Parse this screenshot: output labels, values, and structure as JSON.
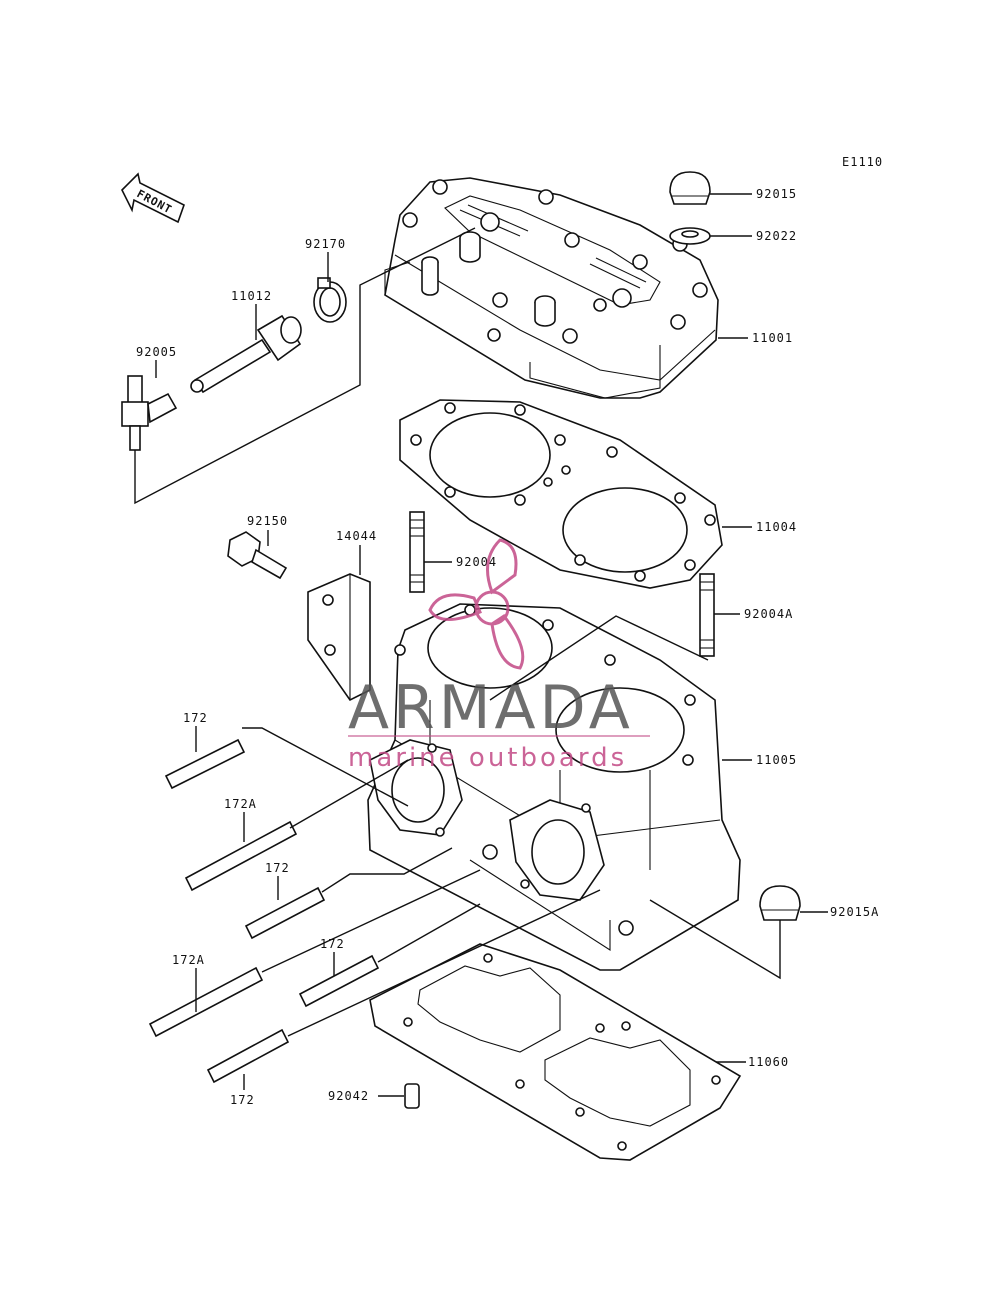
{
  "diagram_code": "E1110",
  "front_label": "FRONT",
  "parts": {
    "p92015": "92015",
    "p92022": "92022",
    "p11001": "11001",
    "p92170": "92170",
    "p11012": "11012",
    "p92005": "92005",
    "p11004": "11004",
    "p92150": "92150",
    "p14044": "14044",
    "p92004": "92004",
    "p92004A": "92004A",
    "p172_a": "172",
    "p172A_a": "172A",
    "p172_b": "172",
    "p11005": "11005",
    "p92015A": "92015A",
    "p172A_b": "172A",
    "p172_c": "172",
    "p11060": "11060",
    "p92042": "92042",
    "p172_d": "172"
  },
  "watermark": {
    "brand": "ARMADA",
    "tagline": "marine outboards",
    "brand_color": "#555555",
    "accent_color": "#c24a86"
  }
}
